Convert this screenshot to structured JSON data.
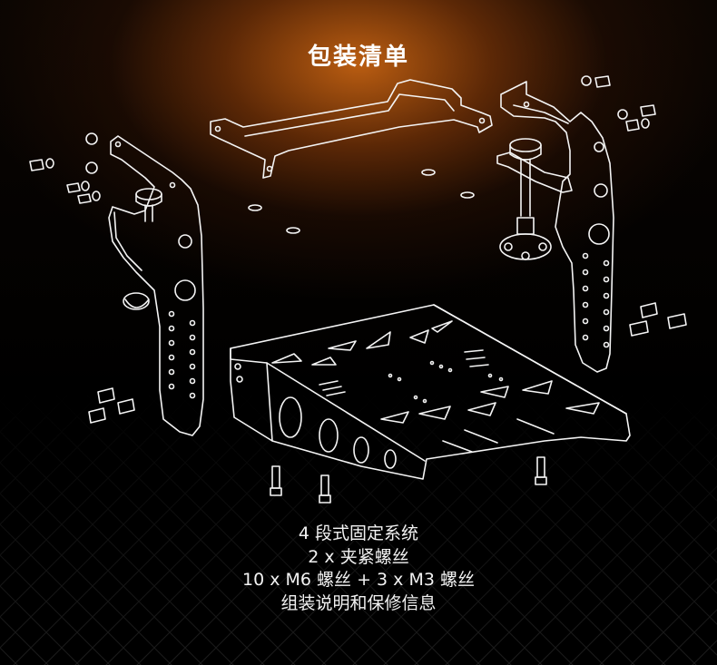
{
  "heading": "包装清单",
  "items": [
    "4 段式固定系统",
    "2 x 夹紧螺丝",
    "10 x M6 螺丝 + 3 x M3 螺丝",
    "组装说明和保修信息"
  ],
  "colors": {
    "glow": "#c46212",
    "background": "#000000",
    "line_art": "#f4f4f4",
    "text": "#ffffff"
  }
}
